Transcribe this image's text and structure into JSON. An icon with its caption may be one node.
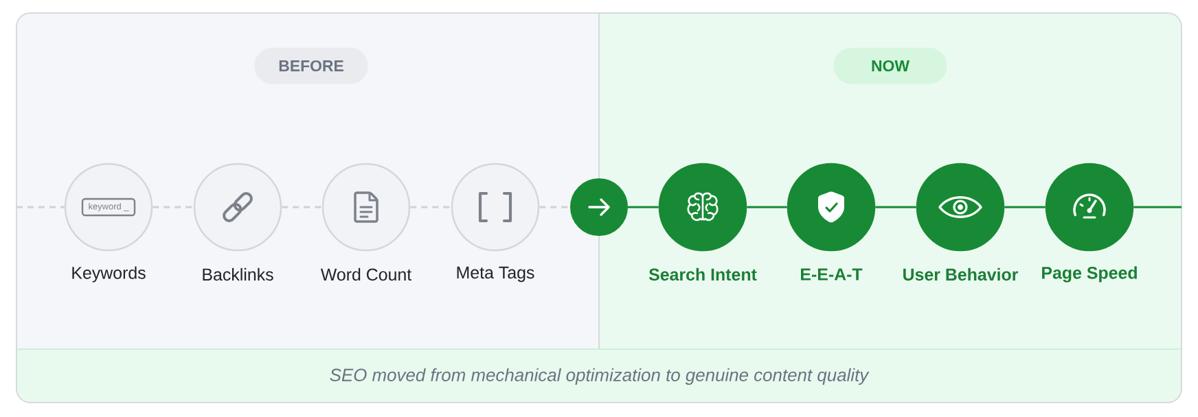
{
  "diagram": {
    "nodes": [
      {
        "text": [
          "BEFORE"
        ]
      },
      {
        "text": [
          "keyword _",
          "Keywords"
        ]
      },
      {
        "text": [
          "Backlinks"
        ]
      },
      {
        "text": [
          "Word Count"
        ]
      },
      {
        "text": [
          "Meta Tags"
        ]
      },
      {
        "text": [],
        "shape": "circle"
      },
      {
        "text": [
          "NOW"
        ]
      },
      {
        "text": [
          "Search Intent"
        ]
      },
      {
        "text": [
          "E-E-A-T"
        ]
      },
      {
        "text": [
          "User Behavior"
        ]
      },
      {
        "text": [
          "Page Speed"
        ]
      }
    ],
    "edges": [
      {
        "from": null,
        "to": 1,
        "arrow": "none",
        "style": "dashed"
      },
      {
        "from": 1,
        "to": 2,
        "arrow": "none",
        "style": "dashed"
      },
      {
        "from": 2,
        "to": 3,
        "arrow": "none",
        "style": "dashed"
      },
      {
        "from": 3,
        "to": 4,
        "arrow": "none",
        "style": "dashed"
      },
      {
        "from": 4,
        "to": 5,
        "arrow": "none",
        "style": "dashed"
      },
      {
        "from": 5,
        "to": 7,
        "arrow": "none",
        "color": "#188a35"
      },
      {
        "from": 7,
        "to": 8,
        "arrow": "none",
        "color": "#188a35"
      },
      {
        "from": 8,
        "to": 9,
        "arrow": "none",
        "color": "#188a35"
      },
      {
        "from": 9,
        "to": 10,
        "arrow": "none",
        "color": "#188a35"
      },
      {
        "from": 10,
        "to": null,
        "arrow": "none",
        "color": "#188a35"
      }
    ],
    "caption": "SEO moved from mechanical optimization to genuine content quality"
  }
}
